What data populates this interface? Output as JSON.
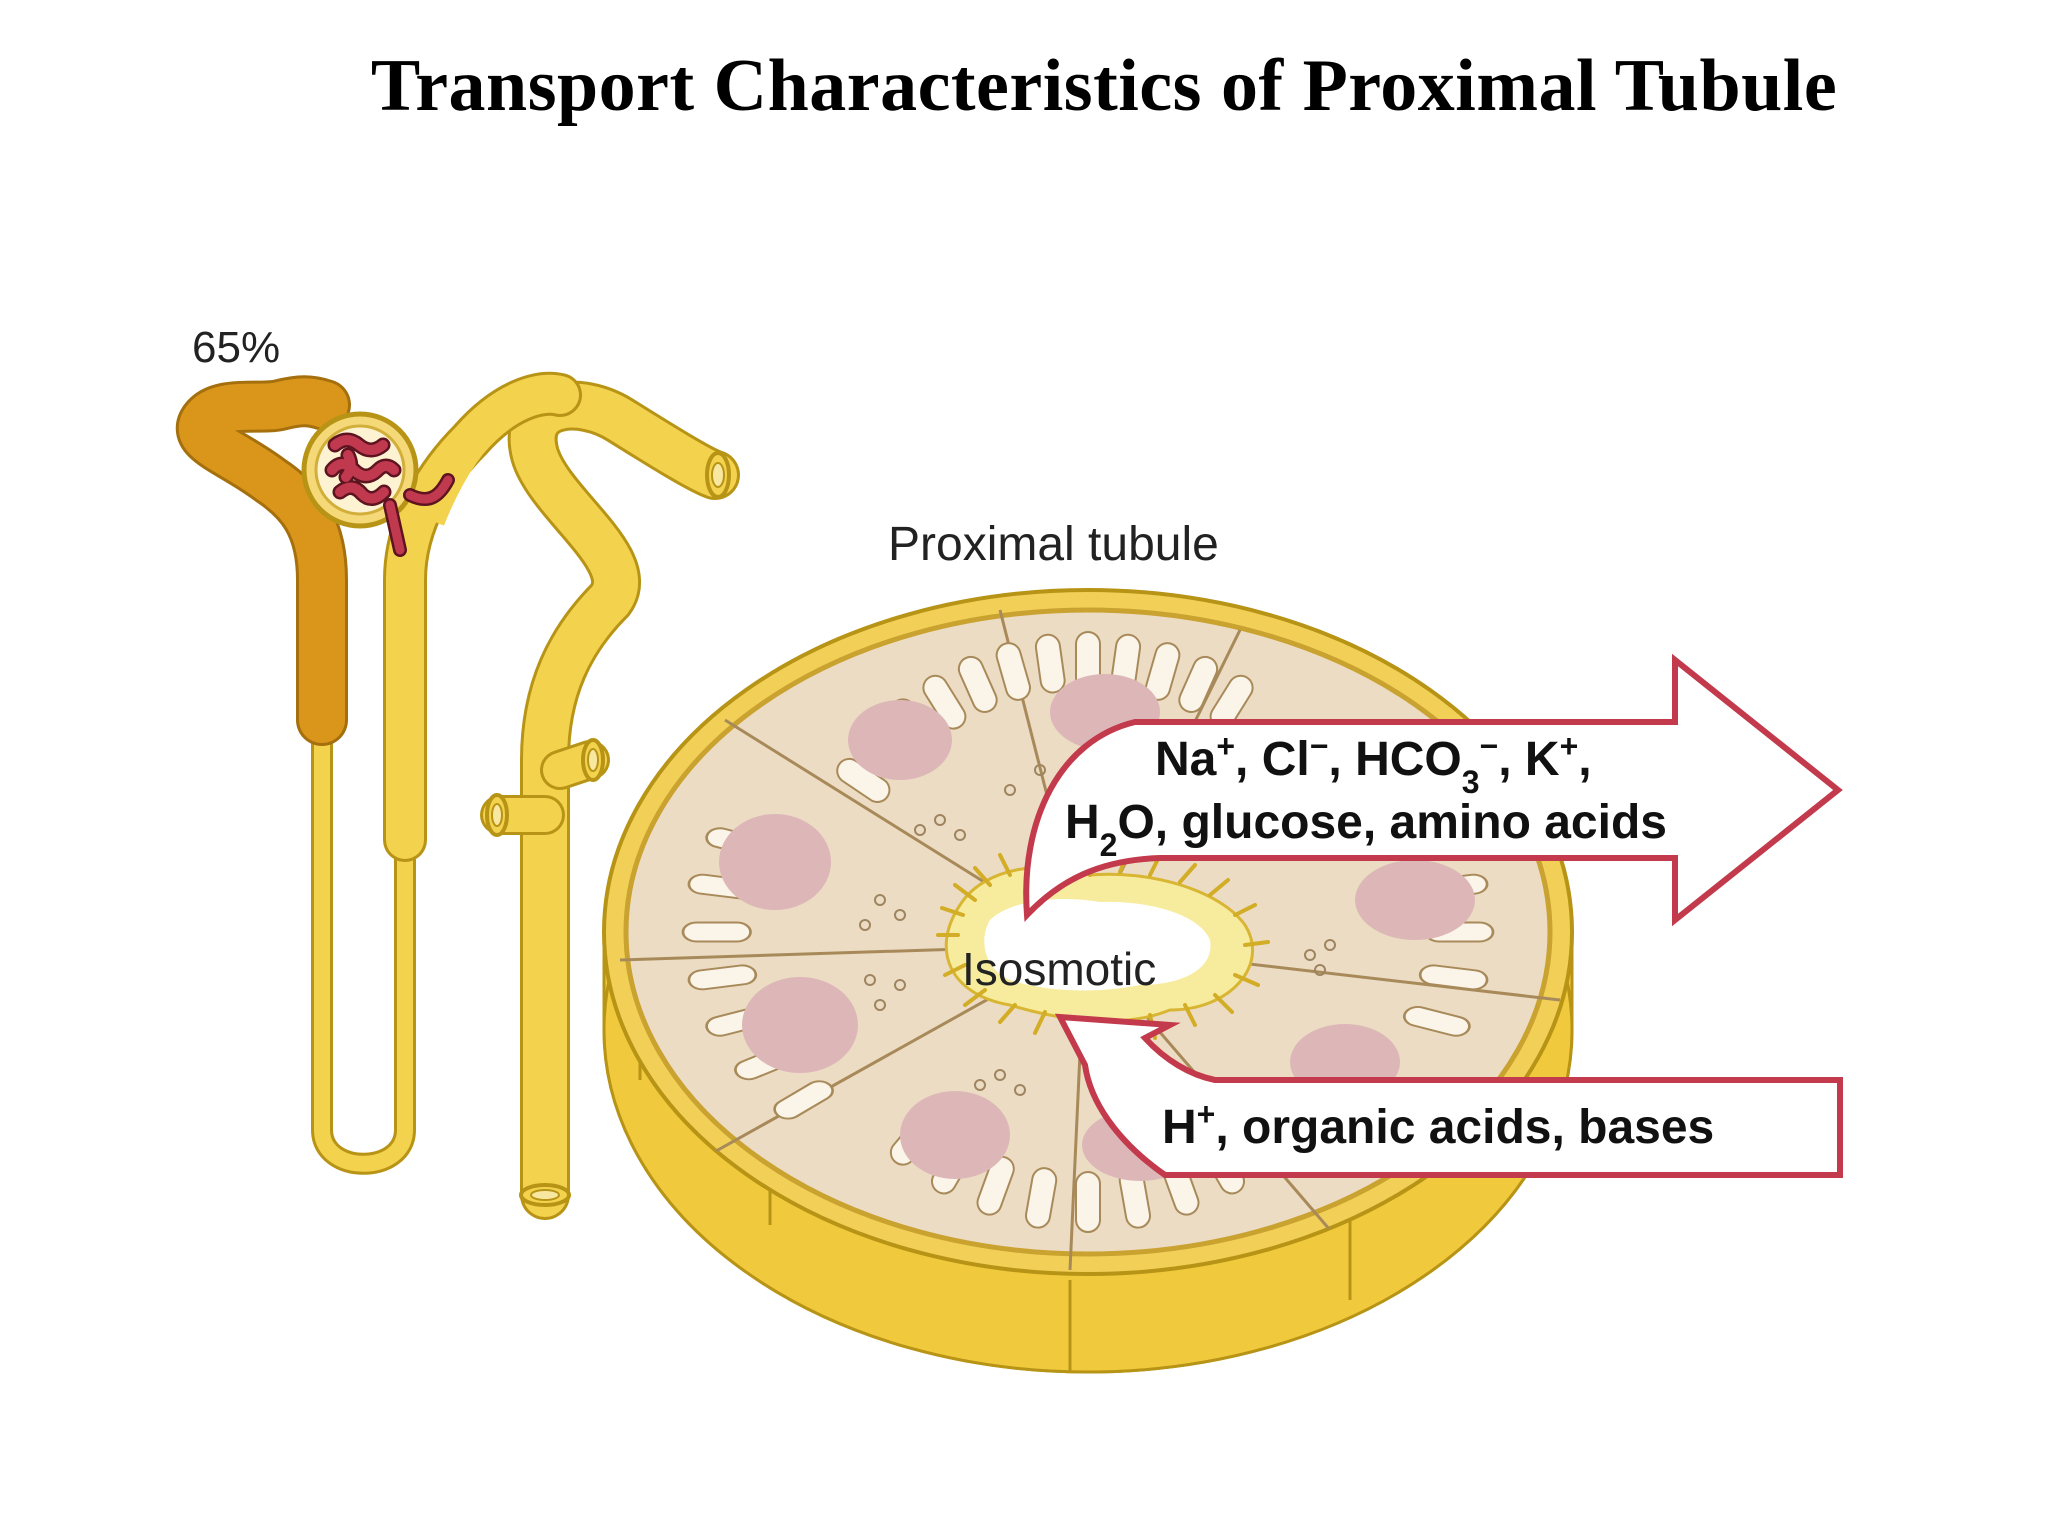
{
  "title": "Transport Characteristics of Proximal Tubule",
  "labels": {
    "percent": "65%",
    "section": "Proximal tubule",
    "lumen": "Isosmotic"
  },
  "reabsorbed": {
    "line1": [
      {
        "t": "Na"
      },
      {
        "t": "+",
        "s": "sup"
      },
      {
        "t": ", Cl"
      },
      {
        "t": "−",
        "s": "sup"
      },
      {
        "t": ", HCO"
      },
      {
        "t": "3",
        "s": "sub"
      },
      {
        "t": "−",
        "s": "sup"
      },
      {
        "t": ", K"
      },
      {
        "t": "+",
        "s": "sup"
      },
      {
        "t": ","
      }
    ],
    "line2": [
      {
        "t": "H"
      },
      {
        "t": "2",
        "s": "sub"
      },
      {
        "t": "O, glucose, amino acids"
      }
    ]
  },
  "secreted": {
    "line1": [
      {
        "t": "H"
      },
      {
        "t": "+",
        "s": "sup"
      },
      {
        "t": ", organic acids, bases"
      }
    ]
  },
  "colors": {
    "tubule_yellow": "#f3d24e",
    "tubule_outline": "#b89416",
    "proximal_orange": "#d9961a",
    "glomerulus": "#c0394f",
    "cytoplasm": "#ecdcc3",
    "nucleus": "#ddb7b8",
    "arrow_outline": "#c23a4c"
  }
}
